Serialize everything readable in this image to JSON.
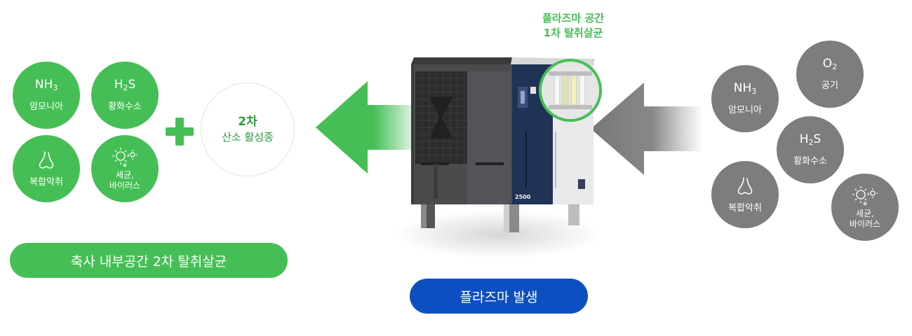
{
  "left_group": {
    "nh3": {
      "formula_main": "NH",
      "formula_sub": "3",
      "label": "암모니아"
    },
    "h2s": {
      "formula_a": "H",
      "formula_sub": "2",
      "formula_b": "S",
      "label": "황화수소"
    },
    "odor": {
      "label": "복합악취",
      "icon": "nose-icon"
    },
    "germs": {
      "label_line1": "세균,",
      "label_line2": "바이러스",
      "icon": "germ-icon"
    }
  },
  "secondary": {
    "line1": "2차",
    "line2": "산소 활성종"
  },
  "left_pill": "축사 내부공간 2차 탈취살균",
  "plasma_caption": {
    "line1": "플라즈마 공간",
    "line2": "1차 탈취살균"
  },
  "machine_model": "2500",
  "center_pill": "플라즈마 발생",
  "right_group": {
    "nh3": {
      "formula_main": "NH",
      "formula_sub": "3",
      "label": "암모니아"
    },
    "o2": {
      "formula_main": "O",
      "formula_sub": "2",
      "label": "공기"
    },
    "h2s": {
      "formula_a": "H",
      "formula_sub": "2",
      "formula_b": "S",
      "label": "황화수소"
    },
    "odor": {
      "label": "복합악취",
      "icon": "nose-icon"
    },
    "germs": {
      "label_line1": "세균,",
      "label_line2": "바이러스",
      "icon": "germ-icon"
    }
  },
  "colors": {
    "green": "#45bf55",
    "gray": "#7d7d7d",
    "blue": "#0d4fc0",
    "navy_panel": "#1f3356"
  }
}
